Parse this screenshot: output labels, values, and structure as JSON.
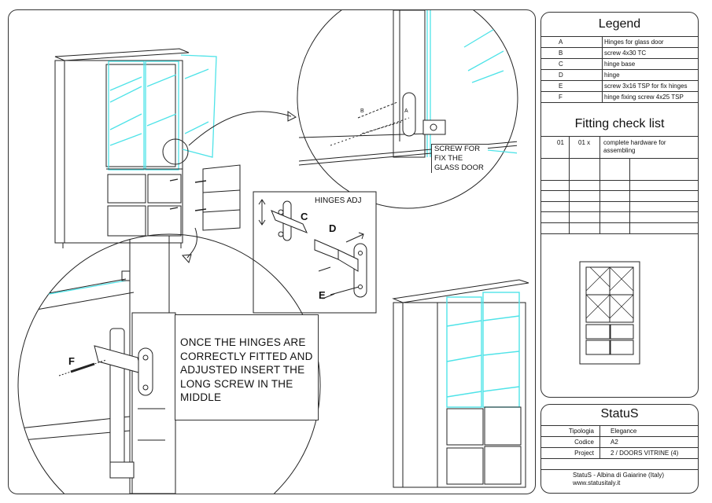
{
  "legend": {
    "title": "Legend",
    "rows": [
      {
        "code": "A",
        "desc": "Hinges for glass door"
      },
      {
        "code": "B",
        "desc": "screw 4x30 TC"
      },
      {
        "code": "C",
        "desc": "hinge base"
      },
      {
        "code": "D",
        "desc": "hinge"
      },
      {
        "code": "E",
        "desc": "screw 3x16 TSP for fix hinges"
      },
      {
        "code": "F",
        "desc": "hinge fixing screw 4x25 TSP"
      }
    ]
  },
  "checklist": {
    "title": "Fitting check list",
    "rows": [
      {
        "num": "01",
        "qty": "01 x",
        "desc": "complete hardware for assembling"
      }
    ]
  },
  "titleblock": {
    "brand": "StatuS",
    "fields": [
      {
        "label": "Tipologia",
        "value": "Elegance"
      },
      {
        "label": "Codice",
        "value": "A2"
      },
      {
        "label": "Project",
        "value": "2 / DOORS VITRINE (4)"
      }
    ],
    "company": "StatuS - Albina di Gaiarine (Italy)",
    "website": "www.statusitaly.it"
  },
  "drawing": {
    "detail_labels": {
      "a": "A",
      "b": "B",
      "c": "C",
      "d": "D",
      "e": "E",
      "f": "F"
    },
    "screw_note": "SCREW FOR FIX THE GLASS DOOR",
    "hinges_adj_title": "HINGES ADJ",
    "instruction": "ONCE THE HINGES ARE CORRECTLY FITTED AND ADJUSTED INSERT THE LONG SCREW IN THE MIDDLE",
    "glass_color": "#4fe3e8"
  }
}
